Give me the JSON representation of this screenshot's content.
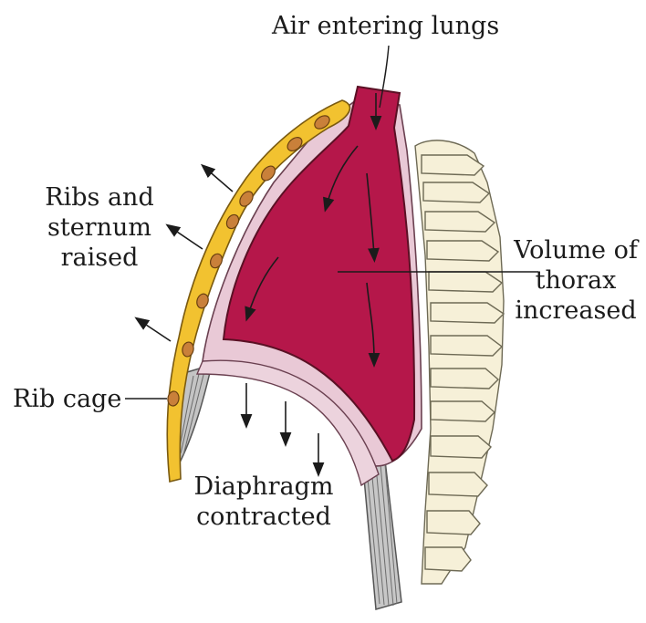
{
  "labels": {
    "air_entering": "Air entering lungs",
    "ribs_line1": "Ribs and",
    "ribs_line2": "sternum",
    "ribs_line3": "raised",
    "volume_line1": "Volume of",
    "volume_line2": "thorax",
    "volume_line3": "increased",
    "rib_cage": "Rib cage",
    "diaphragm_line1": "Diaphragm",
    "diaphragm_line2": "contracted"
  },
  "colors": {
    "lung": "#b5174a",
    "lung_outline": "#5a1024",
    "pleura": "#e9c9d6",
    "ribs": "#f2c230",
    "rib_holes": "#c9803a",
    "spine": "#f6f0d8",
    "muscle_gray": "#b9b9b9",
    "text": "#1b1b1b"
  }
}
